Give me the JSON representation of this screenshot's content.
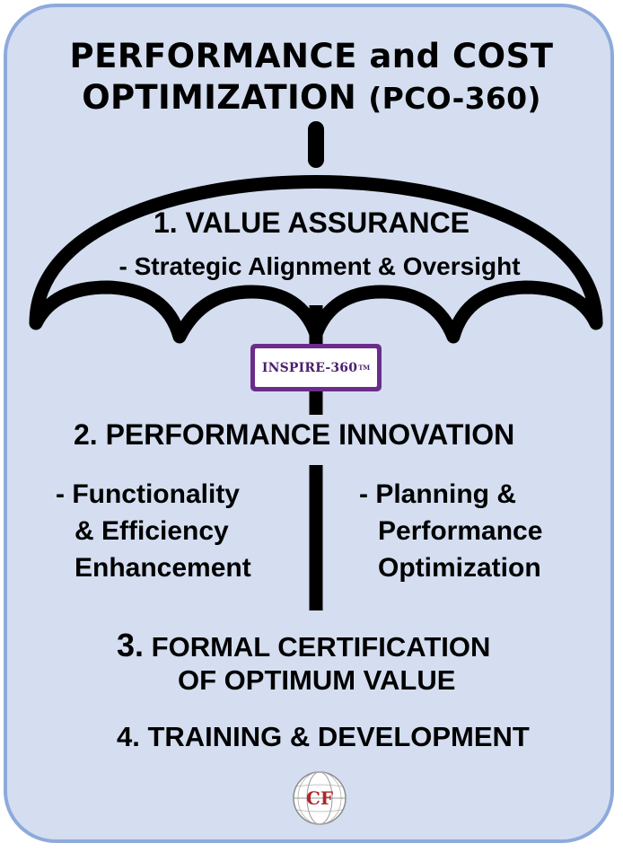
{
  "title": {
    "line1": "PERFORMANCE and COST",
    "line2_main": "OPTIMIZATION",
    "line2_paren": "(PCO-360)"
  },
  "value_assurance": {
    "title": "1. VALUE ASSURANCE",
    "subtitle": "- Strategic Alignment & Oversight"
  },
  "badge": {
    "text": "INSPIRE-360",
    "tm": "TM"
  },
  "performance_innovation": {
    "title": "2. PERFORMANCE INNOVATION",
    "left_lines": [
      "- Functionality",
      "& Efficiency",
      "Enhancement"
    ],
    "right_lines": [
      "- Planning &",
      "Performance",
      "Optimization"
    ]
  },
  "certification": {
    "number": "3.",
    "line1": "FORMAL CERTIFICATION",
    "line2": "OF OPTIMUM VALUE"
  },
  "training": {
    "title": "4. TRAINING & DEVELOPMENT"
  },
  "logo": {
    "text": "CF",
    "icon": "globe-logo-icon"
  },
  "colors": {
    "card_fill": "#d4def0",
    "card_border": "#8eaadb",
    "badge_purple": "#6a2d8c",
    "logo_red": "#b0262a"
  }
}
